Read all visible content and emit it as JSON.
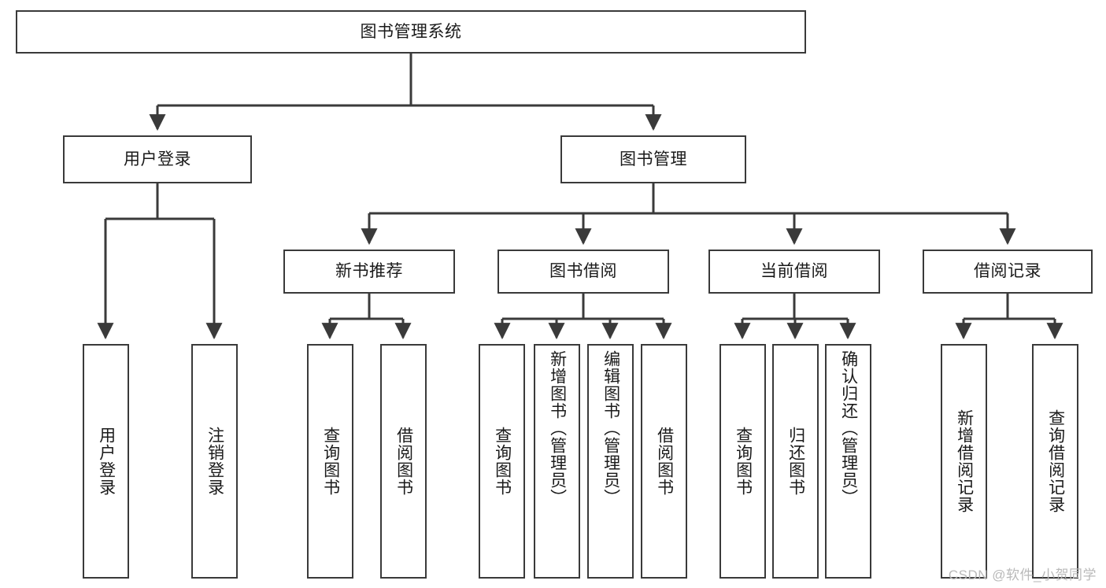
{
  "diagram": {
    "title": "图书管理系统",
    "type": "tree-hierarchy",
    "watermark": "CSDN @软件_小贺同学",
    "colors": {
      "background": "#ffffff",
      "box_border": "#3a3a3a",
      "box_fill": "#ffffff",
      "connector": "#3a3a3a",
      "text": "#1a1a1a",
      "watermark_text": "#b9b9b9"
    },
    "root": {
      "label": "图书管理系统"
    },
    "level2": [
      {
        "label": "用户登录"
      },
      {
        "label": "图书管理"
      }
    ],
    "level3": [
      {
        "label": "新书推荐"
      },
      {
        "label": "图书借阅"
      },
      {
        "label": "当前借阅"
      },
      {
        "label": "借阅记录"
      }
    ],
    "leaves": {
      "user_login": [
        {
          "label": "用户登录"
        },
        {
          "label": "注销登录"
        }
      ],
      "new_book_recommend": [
        {
          "label": "查询图书"
        },
        {
          "label": "借阅图书"
        }
      ],
      "book_borrow": [
        {
          "label": "查询图书"
        },
        {
          "label": "新增图书（管理员）"
        },
        {
          "label": "编辑图书（管理员）"
        },
        {
          "label": "借阅图书"
        }
      ],
      "current_borrow": [
        {
          "label": "查询图书"
        },
        {
          "label": "归还图书"
        },
        {
          "label": "确认归还（管理员）"
        }
      ],
      "borrow_record": [
        {
          "label": "新增借阅记录"
        },
        {
          "label": "查询借阅记录"
        }
      ]
    }
  }
}
